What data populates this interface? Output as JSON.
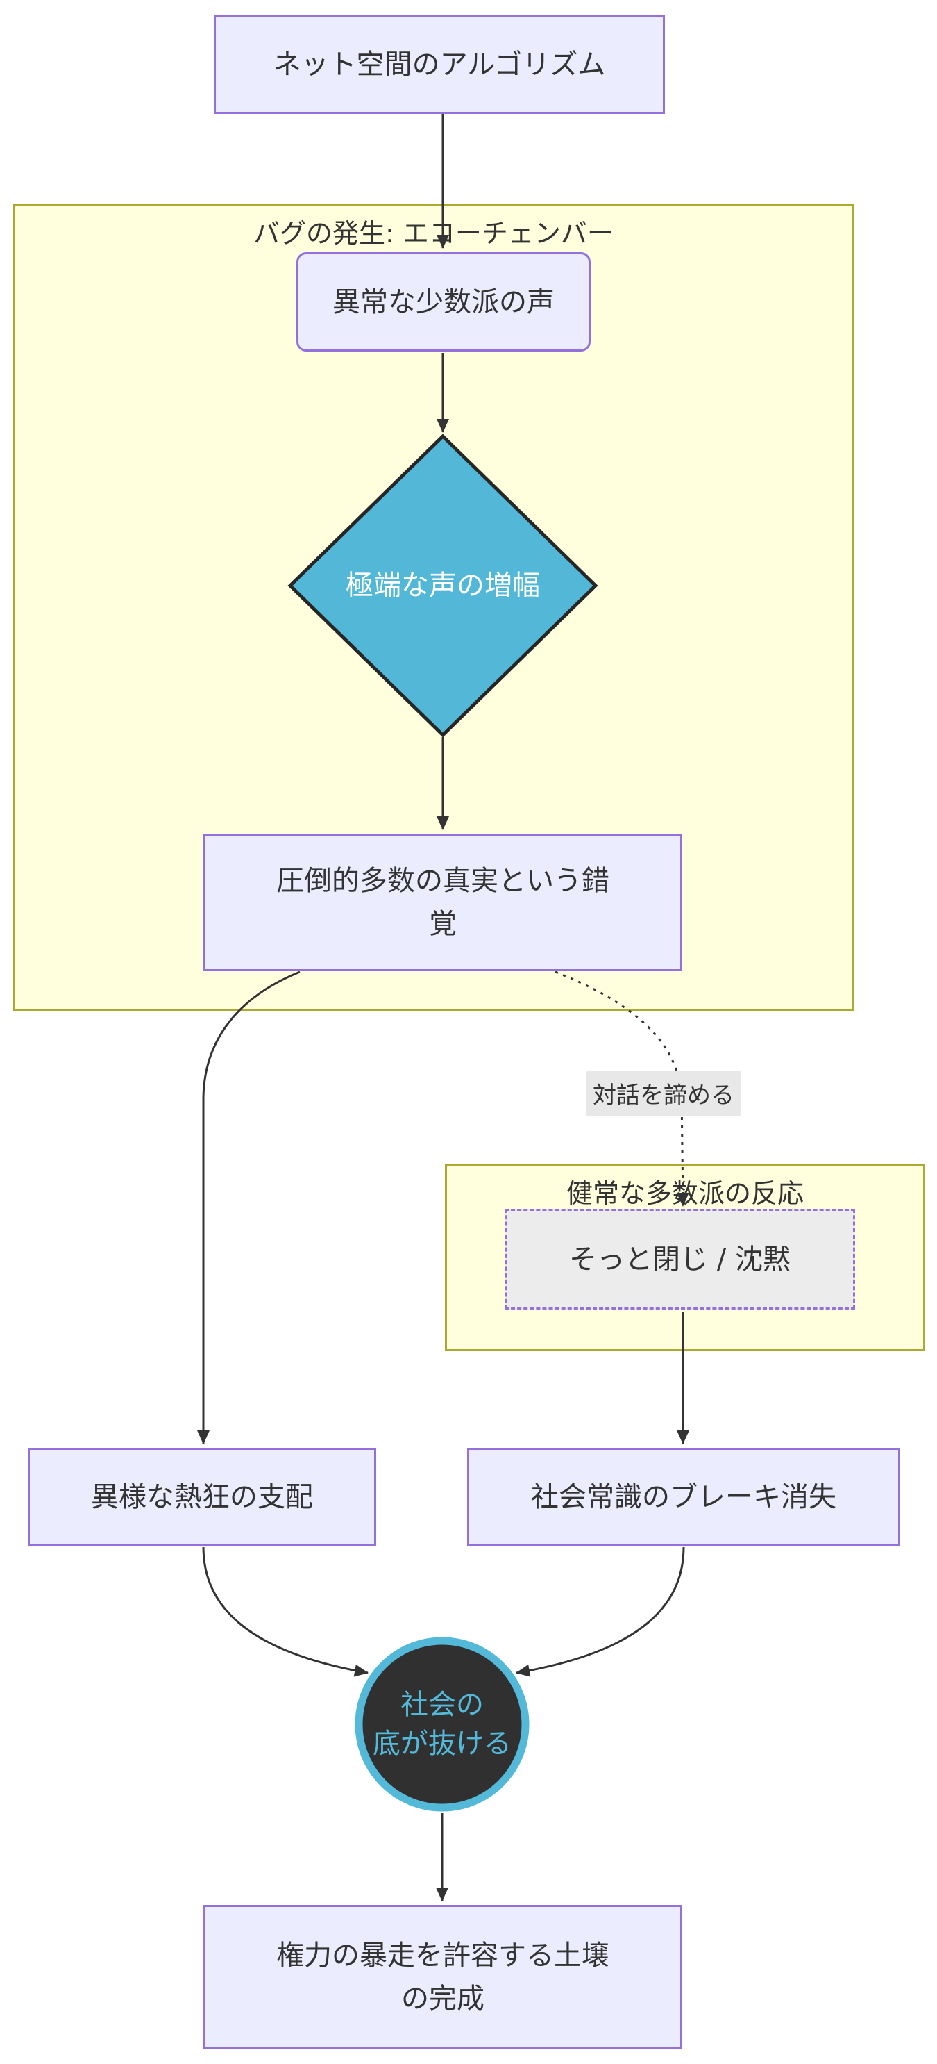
{
  "clusters": {
    "echo_chamber": {
      "title": "バグの発生: エコーチェンバー"
    },
    "healthy_majority": {
      "title": "健常な多数派の反応"
    }
  },
  "nodes": {
    "algorithm": {
      "label": "ネット空間のアルゴリズム"
    },
    "minority_voice": {
      "label": "異常な少数派の声"
    },
    "amplification": {
      "label": "極端な声の増幅"
    },
    "illusion": {
      "label": "圧倒的多数の真実という錯\n覚"
    },
    "silence": {
      "label": "そっと閉じ / 沈黙"
    },
    "frenzy": {
      "label": "異様な熱狂の支配"
    },
    "brakes_lost": {
      "label": "社会常識のブレーキ消失"
    },
    "bottom_falls_out": {
      "label": "社会の\n底が抜ける"
    },
    "soil_of_power": {
      "label": "権力の暴走を許容する土壌\nの完成"
    }
  },
  "edge_labels": {
    "give_up_dialogue": "対話を諦める"
  },
  "colors": {
    "node_fill": "#ECECFF",
    "node_border": "#9370DB",
    "node_text": "#333333",
    "cluster_fill": "#FFFFDE",
    "cluster_border": "#AAAA33",
    "diamond_fill": "#53B8D8",
    "diamond_border": "#262626",
    "diamond_text": "#FFFFFF",
    "circle_fill": "#303030",
    "circle_ring": "#54B9D9",
    "circle_text": "#54B9D9",
    "dashed_node_fill": "#ECECEC",
    "edge_color": "#333333",
    "edge_label_bg": "#E8E8E8",
    "background": "#FFFFFF"
  }
}
